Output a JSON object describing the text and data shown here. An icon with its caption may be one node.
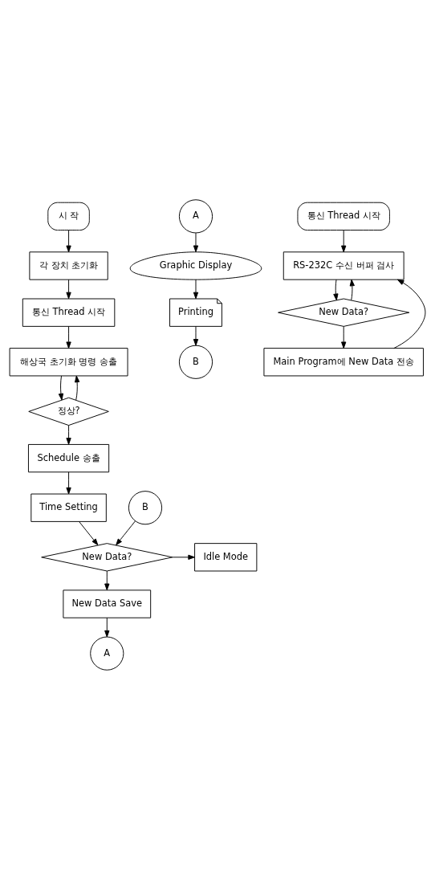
{
  "diagram": {
    "nodes": [
      {
        "text": [
          "시 작"
        ]
      },
      {
        "text": [
          "각 장치 초기화"
        ]
      },
      {
        "text": [
          "통신 Thread 시작"
        ]
      },
      {
        "text": [
          "해상국 초기화 명령 송출"
        ]
      },
      {
        "text": [
          "정상?"
        ]
      },
      {
        "text": [
          "Schedule 송출"
        ]
      },
      {
        "text": [
          "Time Setting"
        ]
      },
      {
        "text": [
          "B"
        ]
      },
      {
        "text": [
          "New Data?"
        ]
      },
      {
        "text": [
          "Idle Mode"
        ]
      },
      {
        "text": [
          "New Data Save"
        ]
      },
      {
        "text": [
          "A"
        ]
      },
      {
        "text": [
          "A"
        ]
      },
      {
        "text": [
          "Graphic Display"
        ]
      },
      {
        "text": [
          "Printing"
        ]
      },
      {
        "text": [
          "B"
        ]
      },
      {
        "text": [
          "통신 Thread 시작"
        ]
      },
      {
        "text": [
          "RS-232C 수신 버퍼 검사"
        ]
      },
      {
        "text": [
          "New Data?"
        ]
      },
      {
        "text": [
          "Main Program에 New Data 전송"
        ]
      }
    ],
    "edges": [
      {
        "from": 0,
        "to": 1,
        "arrow": "to"
      },
      {
        "from": 1,
        "to": 2,
        "arrow": "to"
      },
      {
        "from": 2,
        "to": 3,
        "arrow": "to"
      },
      {
        "from": 3,
        "to": 4,
        "arrow": "to"
      },
      {
        "from": 4,
        "to": 3,
        "arrow": "to"
      },
      {
        "from": 4,
        "to": 5,
        "arrow": "to"
      },
      {
        "from": 5,
        "to": 6,
        "arrow": "to"
      },
      {
        "from": 6,
        "to": 8,
        "arrow": "to"
      },
      {
        "from": 7,
        "to": 8,
        "arrow": "to"
      },
      {
        "from": 8,
        "to": 9,
        "arrow": "to"
      },
      {
        "from": 8,
        "to": 10,
        "arrow": "to"
      },
      {
        "from": 10,
        "to": 11,
        "arrow": "to"
      },
      {
        "from": 12,
        "to": 13,
        "arrow": "to"
      },
      {
        "from": 13,
        "to": 14,
        "arrow": "to"
      },
      {
        "from": 14,
        "to": 15,
        "arrow": "to"
      },
      {
        "from": 16,
        "to": 17,
        "arrow": "to"
      },
      {
        "from": 17,
        "to": 18,
        "arrow": "to"
      },
      {
        "from": 18,
        "to": 17,
        "arrow": "to"
      },
      {
        "from": 18,
        "to": 19,
        "arrow": "to"
      },
      {
        "from": 19,
        "to": 17,
        "arrow": "to"
      }
    ]
  }
}
